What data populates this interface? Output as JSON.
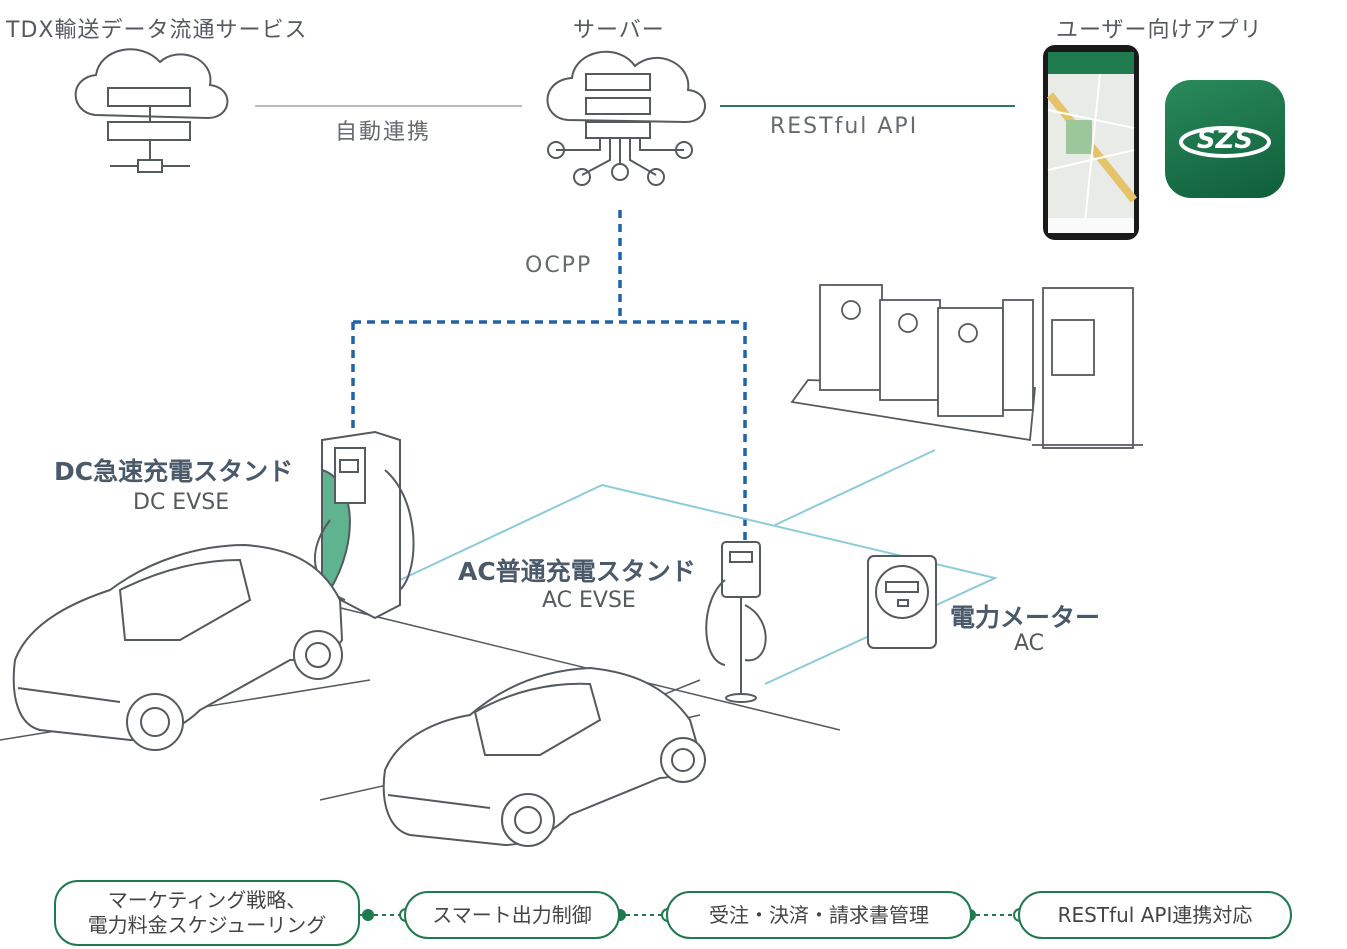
{
  "nodes": {
    "tdx": "TDX輸送データ流通サービス",
    "server": "サーバー",
    "user_app": "ユーザー向けアプリ"
  },
  "connections": {
    "auto_link": "自動連携",
    "restful": "RESTful API",
    "ocpp": "OCPP"
  },
  "stations": {
    "dc_title": "DC急速充電スタンド",
    "dc_sub": "DC EVSE",
    "ac_title": "AC普通充電スタンド",
    "ac_sub": "AC EVSE",
    "meter_title": "電力メーター",
    "meter_sub": "AC"
  },
  "features": [
    {
      "line1": "マーケティング戦略、",
      "line2": "電力料金スケジューリング"
    },
    {
      "line1": "スマート出力制御"
    },
    {
      "line1": "受注・決済・請求書管理"
    },
    {
      "line1": "RESTful API連携対応"
    }
  ],
  "colors": {
    "brand_green": "#1f7a4d",
    "ocpp_blue": "#1f63a8",
    "power_line": "#8ccbd9",
    "link_gray": "#b9bcc0"
  },
  "icons": [
    "cloud-server-icon",
    "cloud-network-icon",
    "smartphone-map-icon",
    "app-logo-icon",
    "dc-charger-icon",
    "ac-charger-icon",
    "power-meter-icon",
    "transformer-icon",
    "car-icon"
  ]
}
